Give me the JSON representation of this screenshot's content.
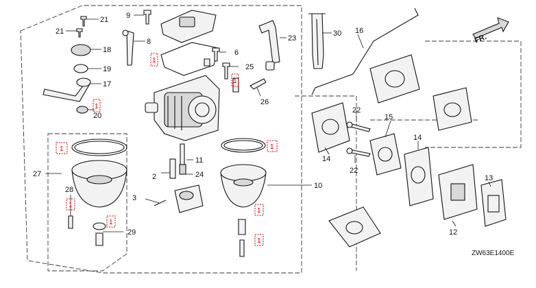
{
  "callouts": {
    "c2": "2",
    "c3": "3",
    "c6": "6",
    "c8": "8",
    "c9": "9",
    "c10": "10",
    "c11": "11",
    "c12": "12",
    "c13": "13",
    "c14a": "14",
    "c14b": "14",
    "c15": "15",
    "c16": "16",
    "c17": "17",
    "c18": "18",
    "c19": "19",
    "c20": "20",
    "c21a": "21",
    "c21b": "21",
    "c22a": "22",
    "c22b": "22",
    "c23": "23",
    "c24": "24",
    "c25": "25",
    "c26": "26",
    "c27": "27",
    "c28": "28",
    "c29": "29",
    "c30": "30"
  },
  "ref_mark": "1",
  "diagram_code": "ZW63E1400E",
  "front_arrow_label": "FR."
}
